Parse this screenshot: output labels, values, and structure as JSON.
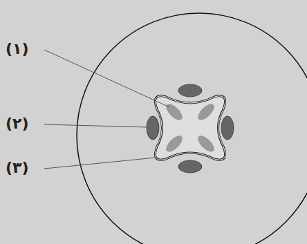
{
  "diagram": {
    "labels": [
      "(۱)",
      "(۲)",
      "(۳)"
    ]
  }
}
